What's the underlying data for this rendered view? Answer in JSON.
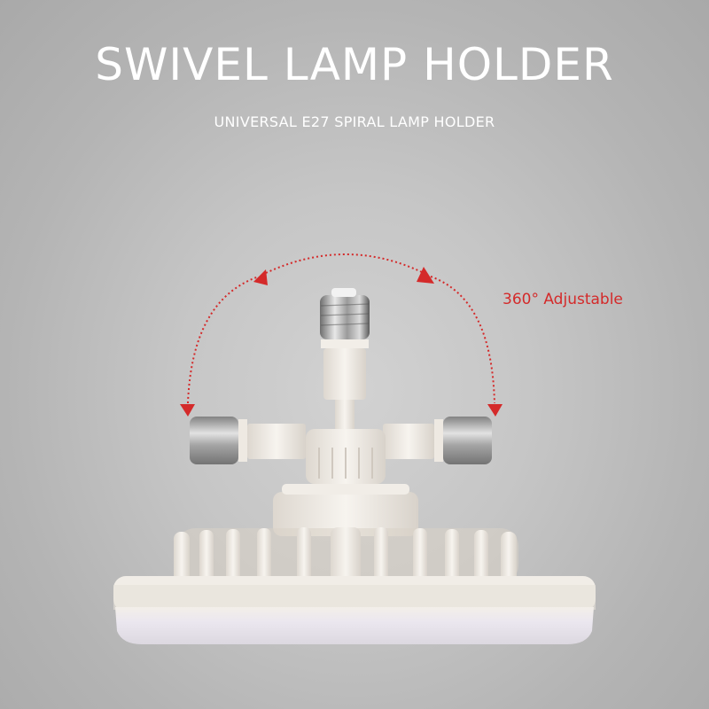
{
  "headline": "SWIVEL LAMP HOLDER",
  "subheadline": "UNIVERSAL E27 SPIRAL LAMP HOLDER",
  "annotation": "360° Adjustable",
  "colors": {
    "background": "#b8b8b8",
    "headline": "#ffffff",
    "accent": "#d42a2a",
    "product_white": "#f3efe9"
  },
  "product": {
    "name": "fan light with swivel E27 lamp holder",
    "parts": [
      "e27-screw-base-up",
      "e27-screw-base-left",
      "e27-screw-base-right",
      "swivel-hub",
      "fan-cage",
      "led-light-disc"
    ]
  }
}
